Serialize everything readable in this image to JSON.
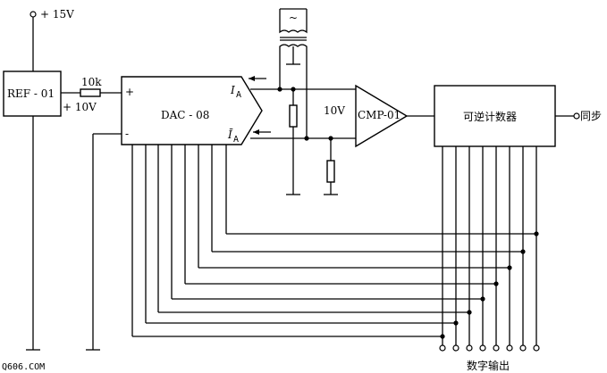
{
  "supply_label": "+ 15V",
  "ref_block": {
    "label": "REF - 01",
    "output_voltage": "+ 10V"
  },
  "resistor_label": "10k",
  "dac_block": {
    "label": "DAC - 08",
    "input_plus": "+",
    "input_minus": "-",
    "output_ia": "I",
    "output_ia_sub": "A",
    "output_ia_bar": "Ī",
    "output_ia_bar_sub": "A"
  },
  "comparator_block": {
    "label": "CMP-01",
    "voltage_label": "10V"
  },
  "counter_block": {
    "label": "可逆计数器"
  },
  "sync_label": "同步",
  "digital_output_label": "数字输出",
  "source_ac_symbol": "~",
  "watermark": "Q606.COM",
  "colors": {
    "ink": "#000000",
    "background": "#ffffff"
  }
}
